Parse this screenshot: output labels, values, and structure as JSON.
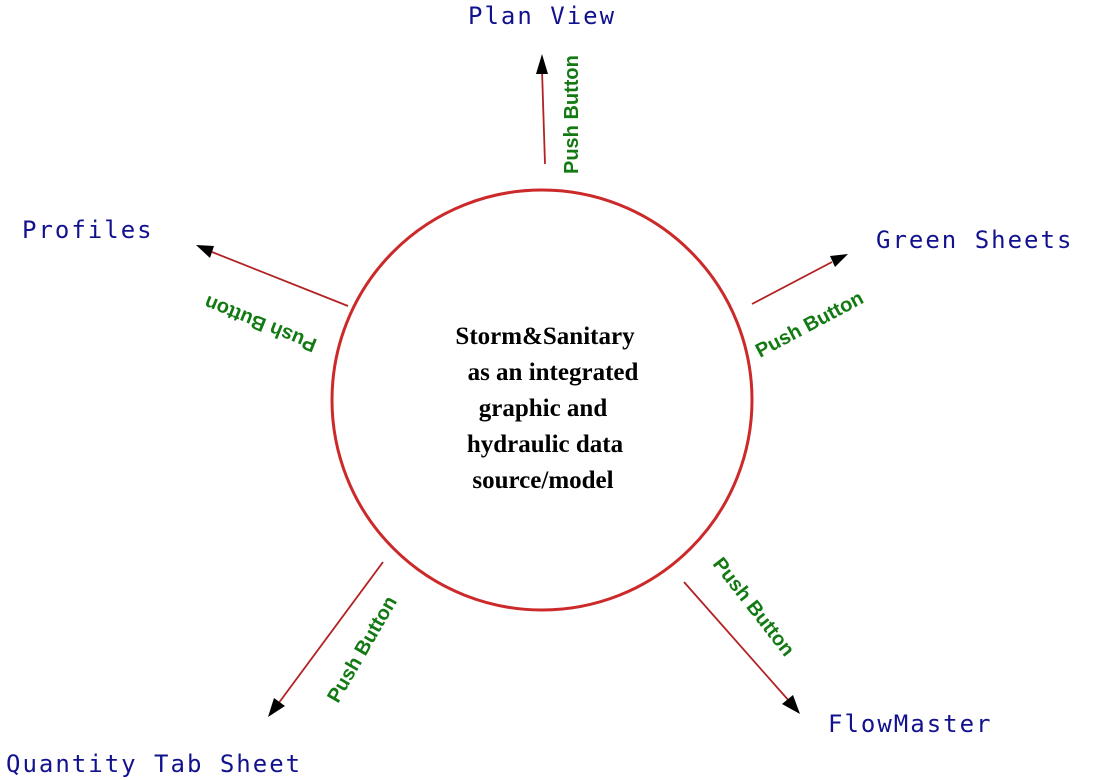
{
  "colors": {
    "circle": "#cc2a2a",
    "arrow_line": "#b22222",
    "arrow_head": "#000000",
    "destination_text": "#12128f",
    "push_text": "#137a13",
    "center_text": "#000000",
    "background": "#ffffff"
  },
  "center": {
    "lines": [
      "Storm&Sanitary",
      "as an integrated",
      "graphic and",
      "hydraulic data",
      "source/model"
    ]
  },
  "destinations": {
    "plan_view": "Plan View",
    "profiles": "Profiles",
    "green_sheets": "Green Sheets",
    "flowmaster": "FlowMaster",
    "quantity_tab_sheet": "Quantity Tab Sheet"
  },
  "push_buttons": {
    "plan_view": "Push Button",
    "profiles": "Push Button",
    "green_sheets": "Push Button",
    "flowmaster": "Push Button",
    "quantity_tab_sheet": "Push Button"
  }
}
